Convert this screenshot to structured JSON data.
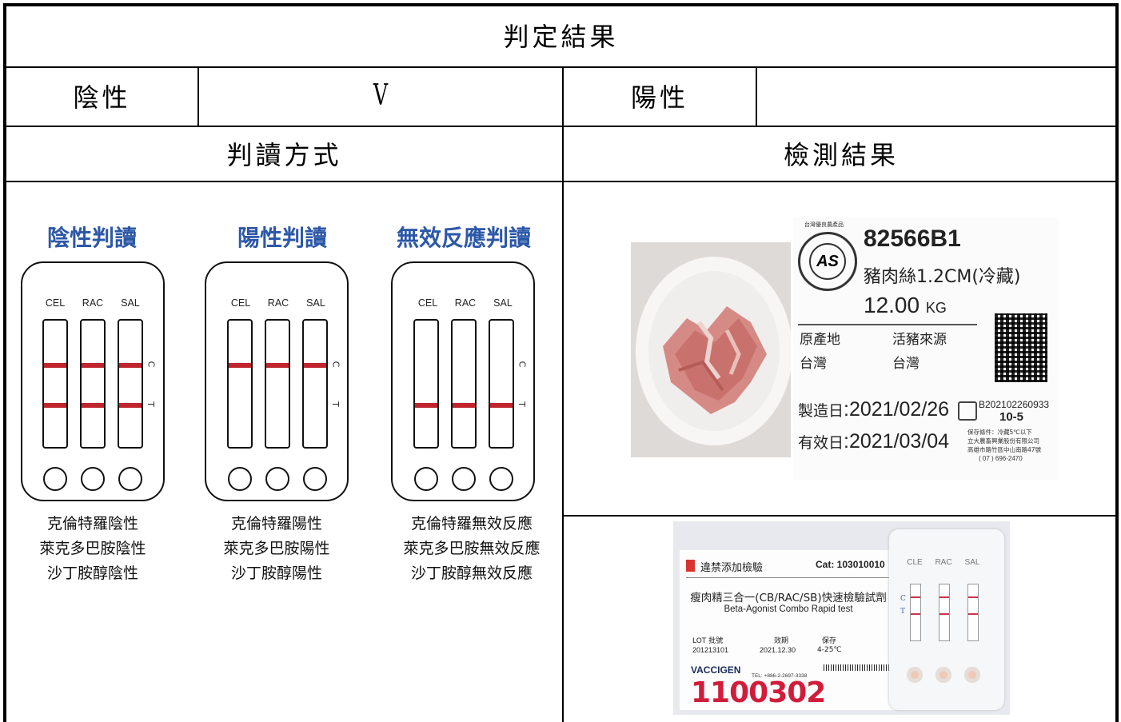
{
  "header": {
    "title": "判定結果"
  },
  "result_row": {
    "negative_label": "陰性",
    "negative_mark": "V",
    "positive_label": "陽性",
    "positive_mark": ""
  },
  "section_headers": {
    "method": "判讀方式",
    "results": "檢測結果"
  },
  "guides": [
    {
      "title": "陰性判讀",
      "strip_labels": [
        "CEL",
        "RAC",
        "SAL"
      ],
      "c_mark": "C",
      "t_mark": "T",
      "captions": [
        "克倫特羅陰性",
        "萊克多巴胺陰性",
        "沙丁胺醇陰性"
      ]
    },
    {
      "title": "陽性判讀",
      "strip_labels": [
        "CEL",
        "RAC",
        "SAL"
      ],
      "c_mark": "C",
      "t_mark": "T",
      "captions": [
        "克倫特羅陽性",
        "萊克多巴胺陽性",
        "沙丁胺醇陽性"
      ]
    },
    {
      "title": "無效反應判讀",
      "strip_labels": [
        "CEL",
        "RAC",
        "SAL"
      ],
      "c_mark": "C",
      "t_mark": "T",
      "captions": [
        "克倫特羅無效反應",
        "萊克多巴胺無效反應",
        "沙丁胺醇無效反應"
      ]
    }
  ],
  "product_label": {
    "cert_text": "台灣優良農產品",
    "cert_mark": "AS",
    "code": "82566B1",
    "name": "豬肉絲1.2CM(冷藏)",
    "weight": "12.00",
    "weight_unit": "KG",
    "origin_label": "原產地",
    "origin_value": "台灣",
    "pig_source_label": "活豬來源",
    "pig_source_value": "台灣",
    "mfg_label": "製造日",
    "mfg_date": ":2021/02/26",
    "exp_label": "有效日",
    "exp_date": ":2021/03/04",
    "batch": "B202102260933",
    "batch_sub": "10-5",
    "storage": "保存條件：冷藏5℃以下",
    "company": "立大農畜興業股份有限公司",
    "address": "高雄市路竹區中山南路47號",
    "phone": "( 07 ) 696-2470"
  },
  "test_kit": {
    "tag": "違禁添加檢驗",
    "cat": "Cat: 103010010",
    "name_zh": "瘦肉精三合一(CB/RAC/SB)快速檢驗試劑",
    "name_en": "Beta-Agonist Combo Rapid test",
    "lot_label": "LOT 批號",
    "lot_value": "201213101",
    "exp_label": "效期",
    "exp_value": "2021.12.30",
    "storage_label": "保存",
    "storage_value": "4-25℃",
    "brand": "VACCIGEN",
    "tel": "TEL: +886-2-2697-3338",
    "strip_labels": [
      "CLE",
      "RAC",
      "SAL"
    ],
    "c_mark": "C",
    "t_mark": "T",
    "handwriting": "1100302"
  }
}
